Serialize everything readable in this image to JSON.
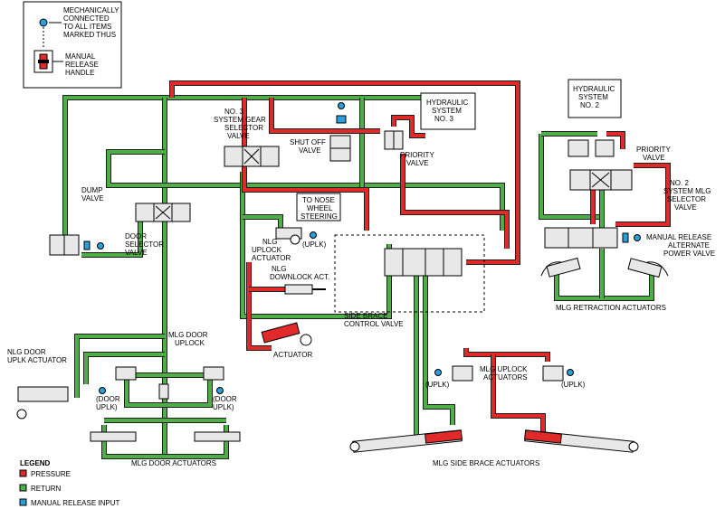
{
  "colors": {
    "pressure": "#e02a2a",
    "return": "#4fae48",
    "manual_release": "#2b9fd8"
  },
  "key_box": {
    "mech_line1": "MECHANICALLY",
    "mech_line2": "CONNECTED",
    "mech_line3": "TO ALL ITEMS",
    "mech_line4": "MARKED THUS",
    "manual_line1": "MANUAL",
    "manual_line2": "RELEASE",
    "manual_line3": "HANDLE"
  },
  "labels": {
    "hyd3_l1": "HYDRAULIC",
    "hyd3_l2": "SYSTEM",
    "hyd3_l3": "NO. 3",
    "hyd2_l1": "HYDRAULIC",
    "hyd2_l2": "SYSTEM",
    "hyd2_l3": "NO. 2",
    "no3_l1": "NO. 3",
    "no3_l2": "SYSTEM GEAR",
    "no3_l3": "SELECTOR",
    "no3_l4": "VALVE",
    "shutoff_l1": "SHUT OFF",
    "shutoff_l2": "VALVE",
    "prio3_l1": "PRIORITY",
    "prio3_l2": "VALVE",
    "prio2_l1": "PRIORITY",
    "prio2_l2": "VALVE",
    "no2sel_l1": "NO. 2",
    "no2sel_l2": "SYSTEM MLG",
    "no2sel_l3": "SELECTOR",
    "no2sel_l4": "VALVE",
    "alt_l1": "MANUAL RELEASE",
    "alt_l2": "ALTERNATE",
    "alt_l3": "POWER VALVE",
    "nose_l1": "TO NOSE",
    "nose_l2": "WHEEL",
    "nose_l3": "STEERING",
    "dump_l1": "DUMP",
    "dump_l2": "VALVE",
    "doorsel_l1": "DOOR",
    "doorsel_l2": "SELECTOR",
    "doorsel_l3": "VALVE",
    "nlgup_l1": "NLG",
    "nlgup_l2": "UPLOCK",
    "nlgup_l3": "ACTUATOR",
    "nlgdown_l1": "NLG",
    "nlgdown_l2": "DOWNLOCK ACT.",
    "actuator": "ACTUATOR",
    "uplk1": "(UPLK)",
    "sidebrace_ctrl_l1": "SIDE BRACE",
    "sidebrace_ctrl_l2": "CONTROL VALVE",
    "mlg_retraction": "MLG RETRACTION ACTUATORS",
    "mlg_door_uplock_l1": "MLG DOOR",
    "mlg_door_uplock_l2": "UPLOCK",
    "nlg_door_uplk_l1": "NLG DOOR",
    "nlg_door_uplk_l2": "UPLK ACTUATOR",
    "door_uplk_l_l1": "(DOOR",
    "door_uplk_l_l2": "UPLK)",
    "door_uplk_r_l1": "(DOOR",
    "door_uplk_r_l2": "UPLK)",
    "mlg_uplock_l1": "MLG UPLOCK",
    "mlg_uplock_l2": "ACTUATORS",
    "uplk_l": "(UPLK)",
    "uplk_r": "(UPLK)",
    "mlg_door_actuators": "MLG DOOR ACTUATORS",
    "mlg_side_brace": "MLG SIDE BRACE ACTUATORS"
  },
  "legend": {
    "title": "LEGEND",
    "pressure": "PRESSURE",
    "return": "RETURN",
    "manual": "MANUAL RELEASE INPUT"
  }
}
